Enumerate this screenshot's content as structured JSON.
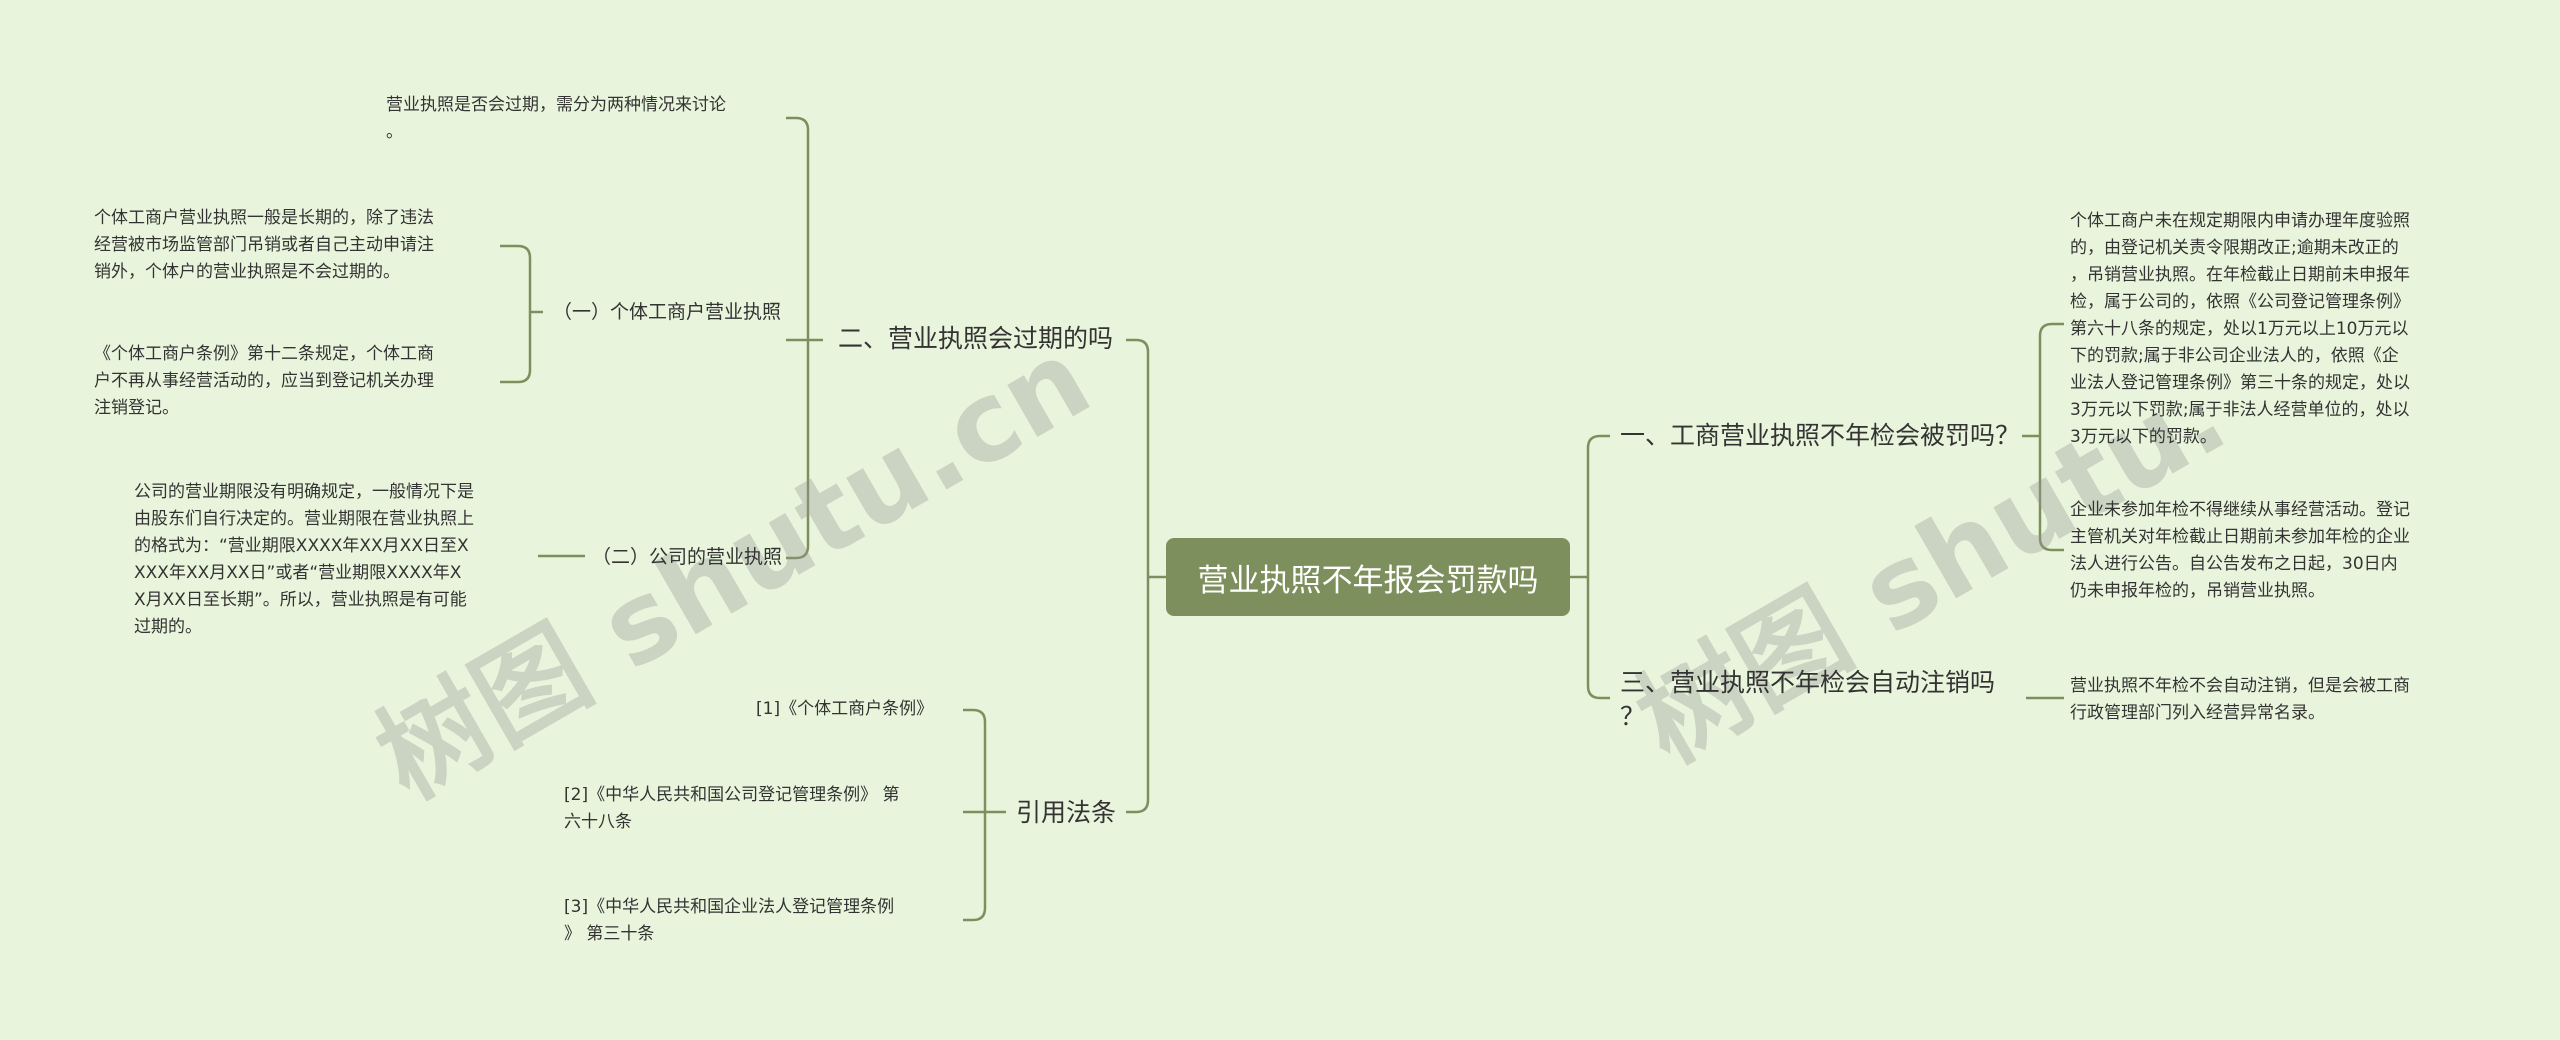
{
  "root": {
    "label": "营业执照不年报会罚款吗"
  },
  "left": {
    "q2": {
      "label": "二、营业执照会过期的吗",
      "intro": "营业执照是否会过期，需分为两种情况来讨论\n。",
      "individual": {
        "label": "（一）个体工商户营业执照",
        "leaf1": "个体工商户营业执照一般是长期的，除了违法\n经营被市场监管部门吊销或者自己主动申请注\n销外，个体户的营业执照是不会过期的。",
        "leaf2": "《个体工商户条例》第十二条规定，个体工商\n户不再从事经营活动的，应当到登记机关办理\n注销登记。"
      },
      "company": {
        "label": "（二）公司的营业执照",
        "leaf": "公司的营业期限没有明确规定，一般情况下是\n由股东们自行决定的。营业期限在营业执照上\n的格式为：“营业期限XXXX年XX月XX日至X\nXXX年XX月XX日”或者“营业期限XXXX年X\nX月XX日至长期”。所以，营业执照是有可能\n过期的。"
      }
    },
    "refs": {
      "label": "引用法条",
      "items": [
        "[1]《个体工商户条例》",
        "[2]《中华人民共和国公司登记管理条例》 第\n六十八条",
        "[3]《中华人民共和国企业法人登记管理条例\n》 第三十条"
      ]
    }
  },
  "right": {
    "q1": {
      "label": "一、工商营业执照不年检会被罚吗？",
      "leaf1": "个体工商户未在规定期限内申请办理年度验照\n的，由登记机关责令限期改正;逾期未改正的\n，吊销营业执照。在年检截止日期前未申报年\n检，属于公司的，依照《公司登记管理条例》\n第六十八条的规定，处以1万元以上10万元以\n下的罚款;属于非公司企业法人的，依照《企\n业法人登记管理条例》第三十条的规定，处以\n3万元以下罚款;属于非法人经营单位的，处以\n3万元以下的罚款。",
      "leaf2": "企业未参加年检不得继续从事经营活动。登记\n主管机关对年检截止日期前未参加年检的企业\n法人进行公告。自公告发布之日起，30日内\n仍未申报年检的，吊销营业执照。"
    },
    "q3": {
      "label": "三、营业执照不年检会自动注销吗\n？",
      "leaf": "营业执照不年检不会自动注销，但是会被工商\n行政管理部门列入经营异常名录。"
    }
  },
  "watermarks": [
    "树图 shutu.cn",
    "树图 shutu."
  ],
  "colors": {
    "background": "#e8f5dc",
    "root": "#7d8f5c",
    "line": "#7d8f5c"
  }
}
